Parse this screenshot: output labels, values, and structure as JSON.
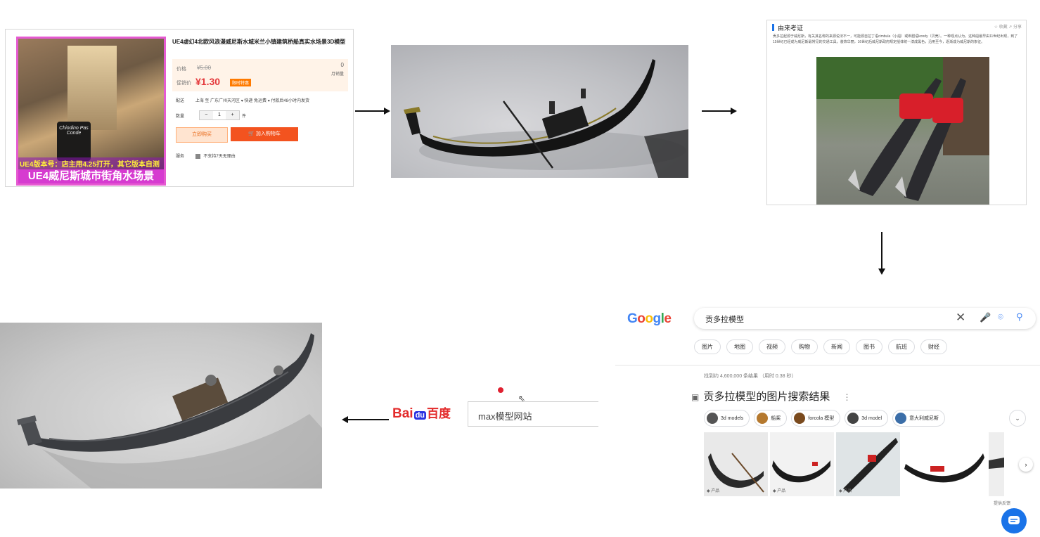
{
  "product": {
    "title": "UE4虚幻4北欧风浪漫威尼斯水城米兰小镇建筑桥船真实水场景3D模型",
    "thumb_banner_yellow": "UE4版本号：店主用4.25打开，其它版本自测",
    "thumb_banner_main": "UE4威尼斯城市街角水场景",
    "sign_text": "Chiodino Pas Conde",
    "label_original": "价格",
    "label_promo": "促销价",
    "old_price": "¥5.00",
    "new_price": "¥1.30",
    "promo_badge": "限时特惠",
    "sales_count": "0",
    "sales_label": "月销量",
    "shipping_label": "配送",
    "shipping_text": "上海 至 广东广州天河区 ▾ 快递 免运费 ▾ 付款后48小时内发货",
    "qty_label": "数量",
    "qty_minus": "−",
    "qty_value": "1",
    "qty_plus": "+",
    "qty_unit": "件",
    "buy_button": "立即购买",
    "cart_button": "加入购物车",
    "service_label": "服务",
    "service_text": "不支持7天无理由"
  },
  "doc": {
    "header": "由来考证",
    "actions": "☆ 收藏   ↗ 分享",
    "paragraph": "贡多拉起源于威尼斯，有关其名称的来源说法不一，可能源自拉丁语cimbula（小船）或希腊语kondy（贝壳）。一种观点认为，这种船最早由11世纪出现，到了15世纪已经成为威尼斯最常见的交通工具，装饰华丽，16世纪后威尼斯政府规定船体统一漆成黑色，沿用至今，逐渐成为威尼斯的象征。"
  },
  "google": {
    "logo_letters": [
      "G",
      "o",
      "o",
      "g",
      "l",
      "e"
    ],
    "logo_colors": [
      "#4285f4",
      "#ea4335",
      "#fbbc05",
      "#4285f4",
      "#34a853",
      "#ea4335"
    ],
    "query": "贡多拉模型",
    "clear_icon": "✕",
    "tabs": [
      "图片",
      "地图",
      "视频",
      "购物",
      "新闻",
      "图书",
      "航班",
      "财经"
    ],
    "stats": "找到约 4,600,000 条结果 （用时 0.38 秒）",
    "images_heading": "贡多拉模型的图片搜索结果",
    "chips": [
      "3d models",
      "船桨",
      "forcola 模型",
      "3d model",
      "意大利威尼斯"
    ],
    "thumb_tags": [
      "产品",
      "产品",
      "产品",
      "",
      ""
    ],
    "feedback": "提供反馈"
  },
  "baidu": {
    "logo_left": "Bai",
    "logo_du": "du",
    "logo_cn": "百度",
    "search_text": "max模型网站"
  },
  "accent": {
    "orange": "#f3531f",
    "red": "#e4393c",
    "blue": "#1a73e8",
    "magenta": "#d63bd0"
  }
}
